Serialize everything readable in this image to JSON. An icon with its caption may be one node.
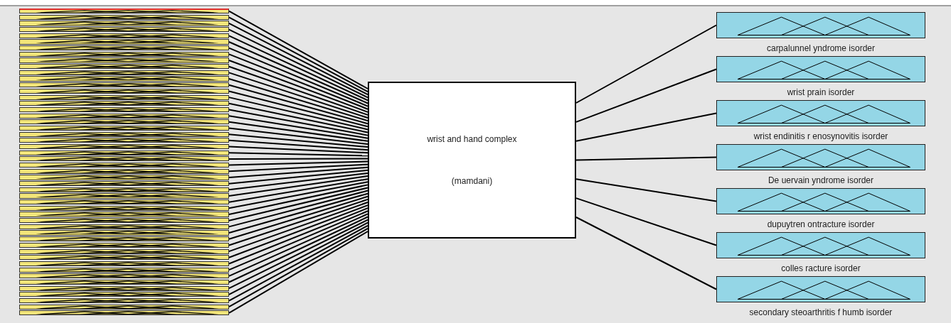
{
  "diagram": {
    "nodes": [
      {
        "text": [],
        "shape": "bar"
      },
      {
        "text": [],
        "shape": "bar"
      },
      {
        "text": [],
        "shape": "bar"
      },
      {
        "text": [],
        "shape": "bar"
      },
      {
        "text": [],
        "shape": "bar"
      },
      {
        "text": [],
        "shape": "bar"
      },
      {
        "text": [],
        "shape": "bar"
      },
      {
        "text": [],
        "shape": "bar"
      },
      {
        "text": [],
        "shape": "bar"
      },
      {
        "text": [],
        "shape": "bar"
      },
      {
        "text": [],
        "shape": "bar"
      },
      {
        "text": [],
        "shape": "bar"
      },
      {
        "text": [],
        "shape": "bar"
      },
      {
        "text": [],
        "shape": "bar"
      },
      {
        "text": [],
        "shape": "bar"
      },
      {
        "text": [],
        "shape": "bar"
      },
      {
        "text": [],
        "shape": "bar"
      },
      {
        "text": [],
        "shape": "bar"
      },
      {
        "text": [],
        "shape": "bar"
      },
      {
        "text": [],
        "shape": "bar"
      },
      {
        "text": [],
        "shape": "bar"
      },
      {
        "text": [],
        "shape": "bar"
      },
      {
        "text": [],
        "shape": "bar"
      },
      {
        "text": [],
        "shape": "bar"
      },
      {
        "text": [],
        "shape": "bar"
      },
      {
        "text": [],
        "shape": "bar"
      },
      {
        "text": [],
        "shape": "bar"
      },
      {
        "text": [],
        "shape": "bar"
      },
      {
        "text": [],
        "shape": "bar"
      },
      {
        "text": [],
        "shape": "bar"
      },
      {
        "text": [],
        "shape": "bar"
      },
      {
        "text": [],
        "shape": "bar"
      },
      {
        "text": [],
        "shape": "bar"
      },
      {
        "text": [],
        "shape": "bar"
      },
      {
        "text": [],
        "shape": "bar"
      },
      {
        "text": [],
        "shape": "bar"
      },
      {
        "text": [],
        "shape": "bar"
      },
      {
        "text": [],
        "shape": "bar"
      },
      {
        "text": [],
        "shape": "bar"
      },
      {
        "text": [],
        "shape": "bar"
      },
      {
        "text": [],
        "shape": "bar"
      },
      {
        "text": [],
        "shape": "bar"
      },
      {
        "text": [],
        "shape": "bar"
      },
      {
        "text": [],
        "shape": "bar"
      },
      {
        "text": [],
        "shape": "bar"
      },
      {
        "text": [],
        "shape": "bar"
      },
      {
        "text": [],
        "shape": "bar"
      },
      {
        "text": [],
        "shape": "bar"
      },
      {
        "text": [],
        "shape": "bar"
      },
      {
        "text": [],
        "shape": "bar"
      },
      {
        "text": [
          "wrist and hand complex",
          "(mamdani)"
        ]
      },
      {
        "text": [
          "carpalunnel yndrome isorder"
        ]
      },
      {
        "text": [
          "wrist prain isorder"
        ]
      },
      {
        "text": [
          "wrist endinitis r enosynovitis isorder"
        ]
      },
      {
        "text": [
          "De uervain yndrome isorder"
        ]
      },
      {
        "text": [
          "dupuytren ontracture isorder"
        ]
      },
      {
        "text": [
          "colles racture isorder"
        ]
      },
      {
        "text": [
          "secondary steoarthritis f humb isorder"
        ]
      }
    ],
    "edges": [
      {
        "from": 0,
        "to": 50,
        "arrow": "none"
      },
      {
        "from": 1,
        "to": 50,
        "arrow": "none"
      },
      {
        "from": 2,
        "to": 50,
        "arrow": "none"
      },
      {
        "from": 3,
        "to": 50,
        "arrow": "none"
      },
      {
        "from": 4,
        "to": 50,
        "arrow": "none"
      },
      {
        "from": 5,
        "to": 50,
        "arrow": "none"
      },
      {
        "from": 6,
        "to": 50,
        "arrow": "none"
      },
      {
        "from": 7,
        "to": 50,
        "arrow": "none"
      },
      {
        "from": 8,
        "to": 50,
        "arrow": "none"
      },
      {
        "from": 9,
        "to": 50,
        "arrow": "none"
      },
      {
        "from": 10,
        "to": 50,
        "arrow": "none"
      },
      {
        "from": 11,
        "to": 50,
        "arrow": "none"
      },
      {
        "from": 12,
        "to": 50,
        "arrow": "none"
      },
      {
        "from": 13,
        "to": 50,
        "arrow": "none"
      },
      {
        "from": 14,
        "to": 50,
        "arrow": "none"
      },
      {
        "from": 15,
        "to": 50,
        "arrow": "none"
      },
      {
        "from": 16,
        "to": 50,
        "arrow": "none"
      },
      {
        "from": 17,
        "to": 50,
        "arrow": "none"
      },
      {
        "from": 18,
        "to": 50,
        "arrow": "none"
      },
      {
        "from": 19,
        "to": 50,
        "arrow": "none"
      },
      {
        "from": 20,
        "to": 50,
        "arrow": "none"
      },
      {
        "from": 21,
        "to": 50,
        "arrow": "none"
      },
      {
        "from": 22,
        "to": 50,
        "arrow": "none"
      },
      {
        "from": 23,
        "to": 50,
        "arrow": "none"
      },
      {
        "from": 24,
        "to": 50,
        "arrow": "none"
      },
      {
        "from": 25,
        "to": 50,
        "arrow": "none"
      },
      {
        "from": 26,
        "to": 50,
        "arrow": "none"
      },
      {
        "from": 27,
        "to": 50,
        "arrow": "none"
      },
      {
        "from": 28,
        "to": 50,
        "arrow": "none"
      },
      {
        "from": 29,
        "to": 50,
        "arrow": "none"
      },
      {
        "from": 30,
        "to": 50,
        "arrow": "none"
      },
      {
        "from": 31,
        "to": 50,
        "arrow": "none"
      },
      {
        "from": 32,
        "to": 50,
        "arrow": "none"
      },
      {
        "from": 33,
        "to": 50,
        "arrow": "none"
      },
      {
        "from": 34,
        "to": 50,
        "arrow": "none"
      },
      {
        "from": 35,
        "to": 50,
        "arrow": "none"
      },
      {
        "from": 36,
        "to": 50,
        "arrow": "none"
      },
      {
        "from": 37,
        "to": 50,
        "arrow": "none"
      },
      {
        "from": 38,
        "to": 50,
        "arrow": "none"
      },
      {
        "from": 39,
        "to": 50,
        "arrow": "none"
      },
      {
        "from": 40,
        "to": 50,
        "arrow": "none"
      },
      {
        "from": 41,
        "to": 50,
        "arrow": "none"
      },
      {
        "from": 42,
        "to": 50,
        "arrow": "none"
      },
      {
        "from": 43,
        "to": 50,
        "arrow": "none"
      },
      {
        "from": 44,
        "to": 50,
        "arrow": "none"
      },
      {
        "from": 45,
        "to": 50,
        "arrow": "none"
      },
      {
        "from": 46,
        "to": 50,
        "arrow": "none"
      },
      {
        "from": 47,
        "to": 50,
        "arrow": "none"
      },
      {
        "from": 48,
        "to": 50,
        "arrow": "none"
      },
      {
        "from": 49,
        "to": 50,
        "arrow": "none"
      },
      {
        "from": 50,
        "to": 51,
        "arrow": "none"
      },
      {
        "from": 50,
        "to": 52,
        "arrow": "none"
      },
      {
        "from": 50,
        "to": 53,
        "arrow": "none"
      },
      {
        "from": 50,
        "to": 54,
        "arrow": "none"
      },
      {
        "from": 50,
        "to": 55,
        "arrow": "none"
      },
      {
        "from": 50,
        "to": 56,
        "arrow": "none"
      },
      {
        "from": 50,
        "to": 57,
        "arrow": "none"
      }
    ]
  }
}
